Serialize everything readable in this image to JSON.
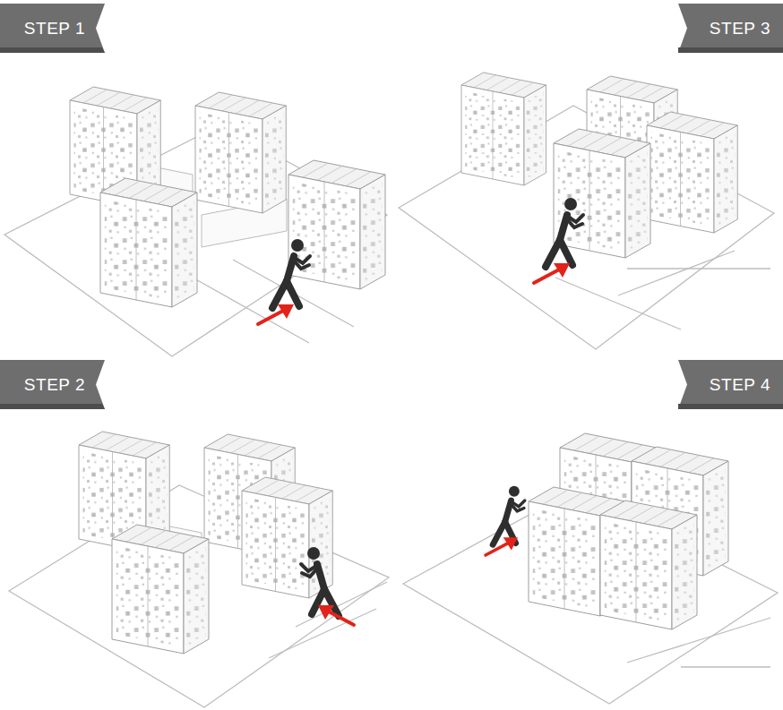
{
  "diagram": {
    "nodes": [
      {
        "text": [
          "STEP 1"
        ]
      },
      {
        "text": [
          "STEP 3"
        ]
      },
      {
        "text": [
          "STEP 2"
        ]
      },
      {
        "text": [
          "STEP 4"
        ]
      }
    ]
  }
}
